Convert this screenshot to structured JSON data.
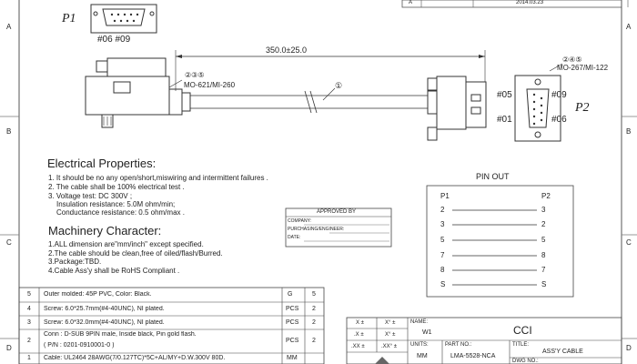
{
  "border": {
    "left_letters": [
      "A",
      "B",
      "C",
      "D"
    ],
    "right_letters": [
      "A",
      "B",
      "C",
      "D"
    ]
  },
  "revision_row": {
    "letter": "A",
    "date": "2014.03.23"
  },
  "connector_p1": {
    "label": "P1",
    "pins": "#06 #09"
  },
  "connector_p2": {
    "label": "P2",
    "part_refs": "②④⑤",
    "part": "MO-267/MI-122",
    "pin_tl": "#05",
    "pin_tr": "#09",
    "pin_bl": "#01",
    "pin_br": "#06"
  },
  "cable": {
    "length": "350.0±25.0",
    "callout": "①",
    "left_refs": "②③⑤",
    "left_part": "MO-621/MI-260"
  },
  "electrical": {
    "title": "Electrical Properties:",
    "lines": [
      "1. It should be no any open/short,miswiring and intermittent failures .",
      "2. The cable shall be 100% electrical test .",
      "3. Voltage test: DC 300V ;",
      "Insulation resistance: 5.0M ohm/min;",
      "Conductance resistance: 0.5 ohm/max ."
    ]
  },
  "machinery": {
    "title": "Machinery Character:",
    "lines": [
      "1.ALL dimension are\"mm/inch\" except specified.",
      "2.The cable should be clean,free of oiled/flash/Burred.",
      "3.Package:TBD.",
      "4.Cable Ass'y shall be RoHS Compliant ."
    ]
  },
  "approval": {
    "title": "APPROVED BY",
    "rows": [
      "COMPANY:",
      "PURCHASING/ENGINEER:",
      "DATE:"
    ]
  },
  "pinout": {
    "title": "PIN OUT",
    "col_left": "P1",
    "col_right": "P2",
    "pairs": [
      [
        "2",
        "3"
      ],
      [
        "3",
        "2"
      ],
      [
        "5",
        "5"
      ],
      [
        "7",
        "8"
      ],
      [
        "8",
        "7"
      ],
      [
        "S",
        "S"
      ]
    ]
  },
  "bom": [
    {
      "no": "5",
      "desc": "Outer molded: 45P PVC, Color: Black.",
      "unit": "G",
      "qty": "5"
    },
    {
      "no": "4",
      "desc": "Screw: 6.0*25.7mm(#4-40UNC), NI plated.",
      "unit": "PCS",
      "qty": "2"
    },
    {
      "no": "3",
      "desc": "Screw: 6.0*32.0mm(#4-40UNC), NI plated.",
      "unit": "PCS",
      "qty": "2"
    },
    {
      "no": "2",
      "desc": "Conn : D-SUB 9PIN male, Inside black, Pin gold flash.",
      "desc2": "( P/N : 0201-0910001-0 )",
      "unit": "PCS",
      "qty": "2"
    },
    {
      "no": "1",
      "desc": "Cable: UL2464 28AWG(7/0.127TC)*5C+AL/MY+D.W.300V 80D.",
      "unit": "MM",
      "qty": ""
    }
  ],
  "title_block": {
    "tol": [
      [
        "X ±",
        "X° ±"
      ],
      [
        ".X ±",
        "X° ±"
      ],
      [
        ".XX ±",
        ".XX° ±"
      ]
    ],
    "name_label": "NAME:",
    "name_value": "W1",
    "units_label": "UNITS:",
    "units_value": "MM",
    "part_label": "PART NO.:",
    "part_value": "LMA-5528-NCA",
    "company": "CCI",
    "title_label": "TITLE:",
    "title_value": "ASS'Y CABLE",
    "dwg_label": "DWG NO.:"
  }
}
